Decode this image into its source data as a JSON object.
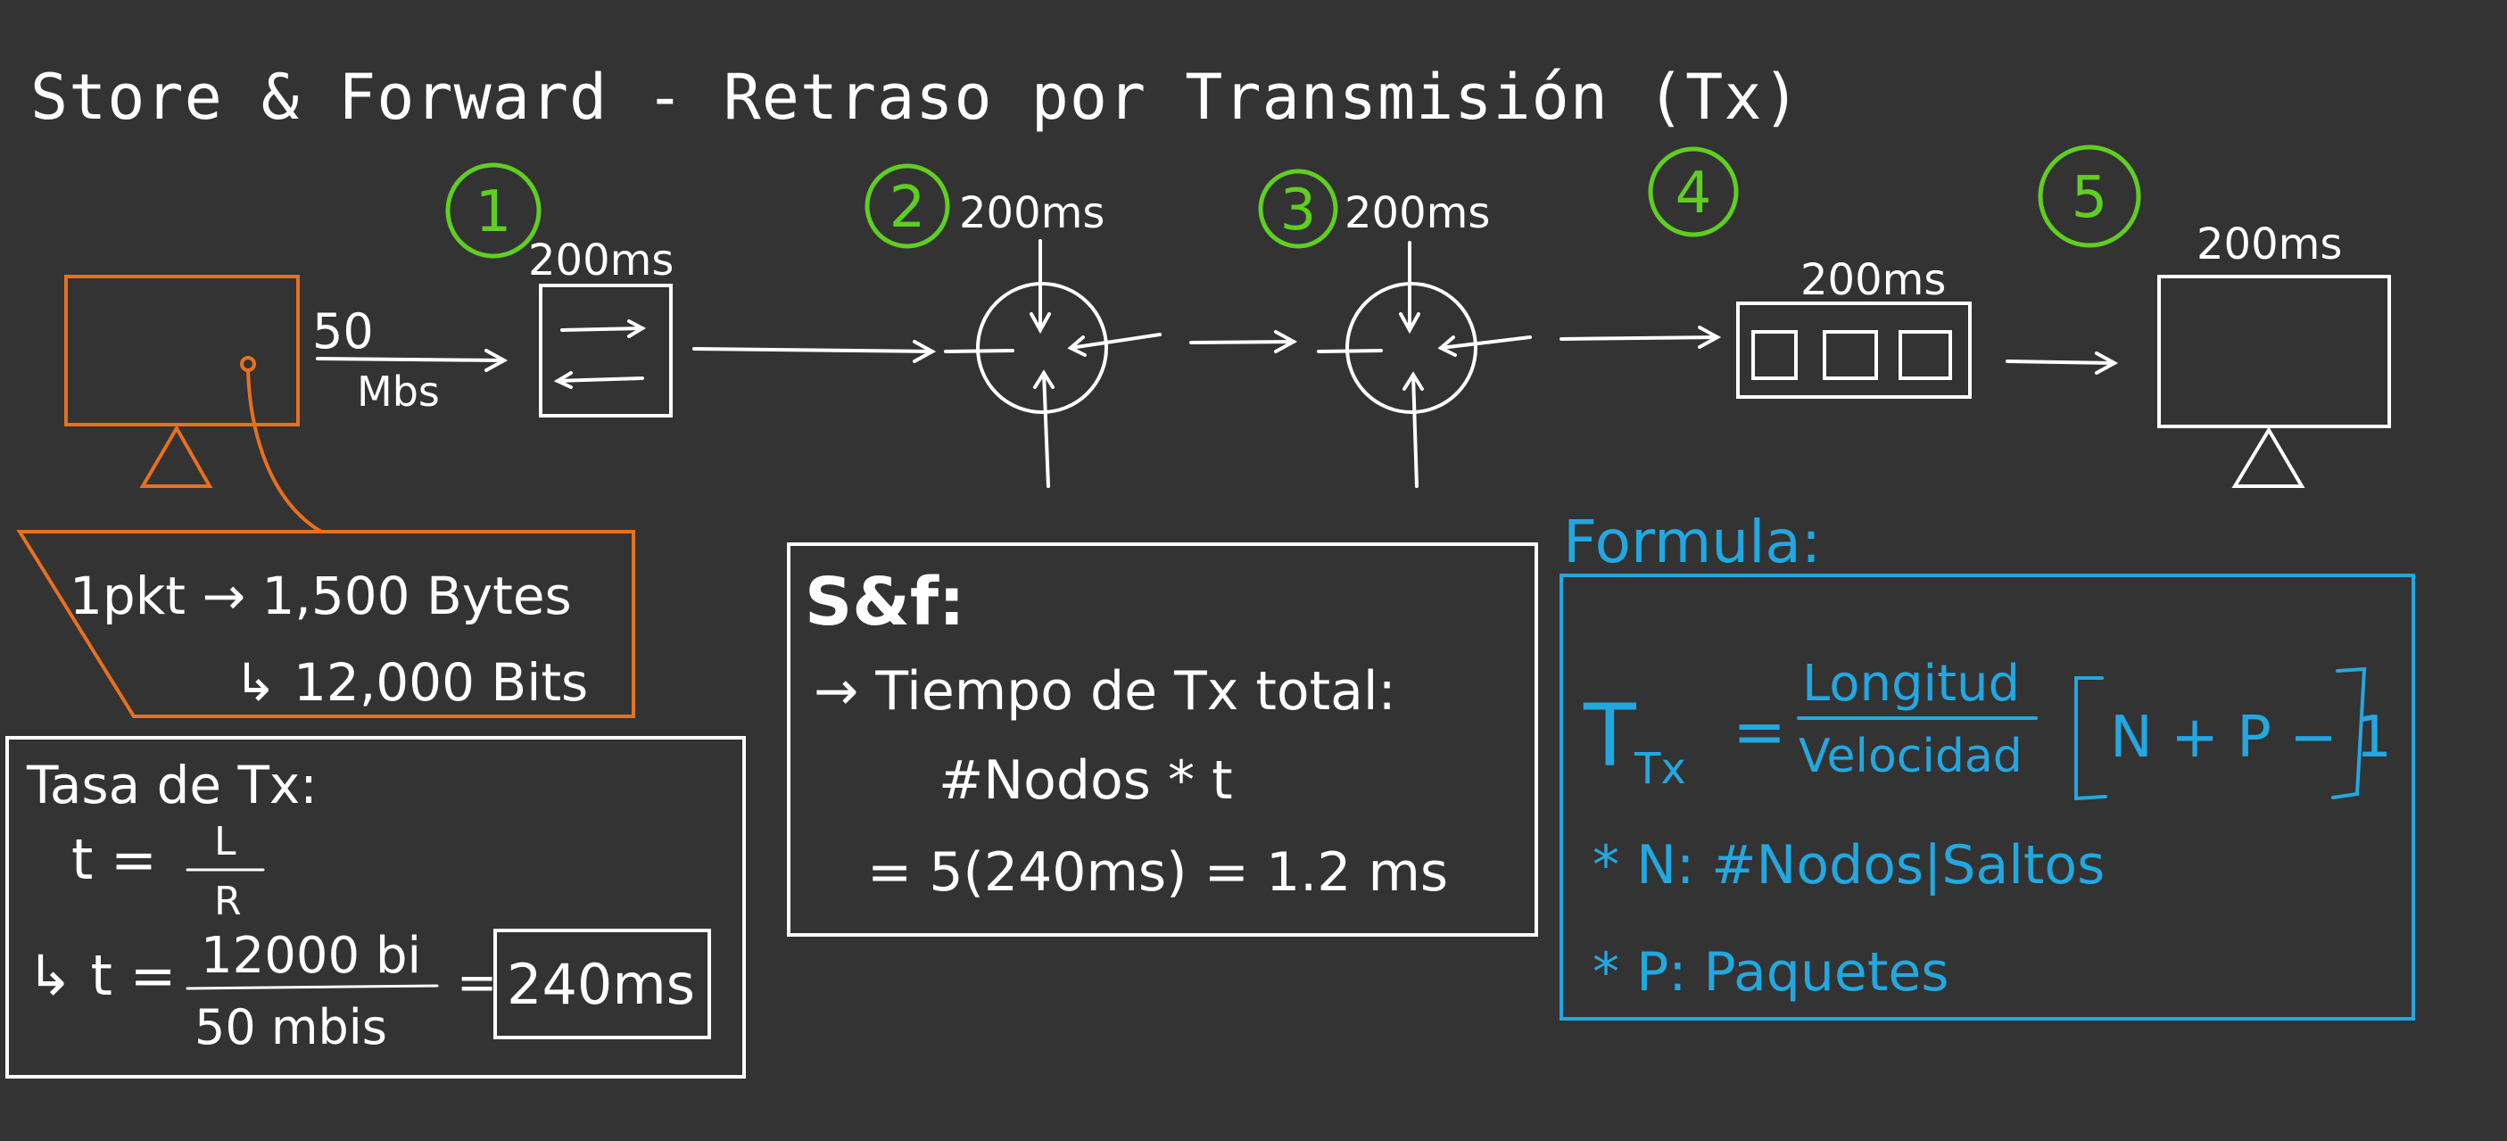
{
  "title": "Store & Forward - Retraso por Transmisión (Tx)",
  "colors": {
    "background": "#333333",
    "white": "#ffffff",
    "orange": "#e8701f",
    "green": "#5fcf1f",
    "blue": "#22a8e0"
  },
  "nodes": [
    {
      "number": "1",
      "delay": "200ms"
    },
    {
      "number": "2",
      "delay": "200ms"
    },
    {
      "number": "3",
      "delay": "200ms"
    },
    {
      "number": "4",
      "delay": "200ms"
    },
    {
      "number": "5",
      "delay": "200ms"
    }
  ],
  "link": {
    "rate": "50",
    "unit": "Mbs"
  },
  "packet_note": {
    "line1": "1pkt → 1,500 Bytes",
    "line2": "↳ 12,000 Bits"
  },
  "tx_rate": {
    "heading": "Tasa de Tx:",
    "formula_lhs": "t =",
    "formula_num": "L",
    "formula_den": "R",
    "calc_arrow": "↳ t =",
    "calc_num": "12000 bi",
    "calc_den": "50 mbis",
    "equals": "=",
    "result": "240ms"
  },
  "saf": {
    "heading": "S&f:",
    "line1": "→ Tiempo de Tx total:",
    "line2": "#Nodos * t",
    "line3": "= 5(240ms) = 1.2 ms"
  },
  "formula": {
    "label": "Formula:",
    "lhs": "T",
    "lhs_sub": "Tx",
    "equals": "=",
    "num": "Longitud",
    "den": "Velocidad",
    "bracket": "N + P − 1",
    "note1": "* N: #Nodos|Saltos",
    "note2": "* P: Paquetes"
  }
}
